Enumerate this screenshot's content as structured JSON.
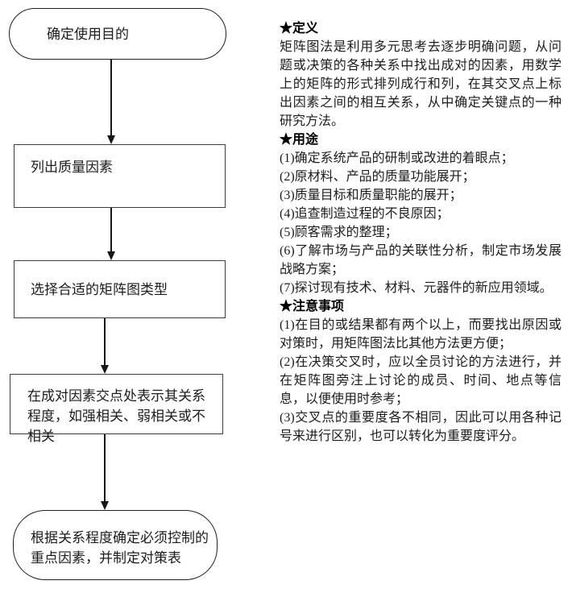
{
  "colors": {
    "background": "#ffffff",
    "line": "#161616",
    "border": "#3d3d3d",
    "text": "#1c1c1c"
  },
  "flowchart": {
    "nodes": [
      {
        "id": "start",
        "type": "stadium",
        "label": "确定使用目的"
      },
      {
        "id": "step1",
        "type": "rect",
        "label": "列出质量因素"
      },
      {
        "id": "step2",
        "type": "rect",
        "label": "选择合适的矩阵图类型"
      },
      {
        "id": "step3",
        "type": "rect",
        "label": "在成对因素交点处表示其关系程度，如强相关、弱相关或不相关"
      },
      {
        "id": "end",
        "type": "stadium",
        "label": "根据关系程度确定必须控制的重点因素，并制定对策表"
      }
    ]
  },
  "info": {
    "sections": [
      {
        "heading": "★定义",
        "items": [
          "矩阵图法是利用多元思考去逐步明确问题，从问题或决策的各种关系中找出成对的因素，用数学上的矩阵的形式排列成行和列，在其交叉点上标出因素之间的相互关系，从中确定关键点的一种研究方法。"
        ]
      },
      {
        "heading": "★用途",
        "items": [
          "(1)确定系统产品的研制或改进的着眼点；",
          "(2)原材料、产品的质量功能展开；",
          "(3)质量目标和质量职能的展开；",
          "(4)追查制造过程的不良原因；",
          "(5)顾客需求的整理；",
          "(6)了解市场与产品的关联性分析，制定市场发展战略方案；",
          "(7)探讨现有技术、材料、元器件的新应用领域。"
        ]
      },
      {
        "heading": "★注意事项",
        "items": [
          "(1)在目的或结果都有两个以上，而要找出原因或对策时，用矩阵图法比其他方法更方便；",
          "(2)在决策交叉时，应以全员讨论的方法进行，并在矩阵图旁注上讨论的成员、时间、地点等信息，以便使用时参考；",
          "(3)交叉点的重要度各不相同，因此可以用各种记号来进行区别，也可以转化为重要度评分。"
        ]
      }
    ]
  }
}
